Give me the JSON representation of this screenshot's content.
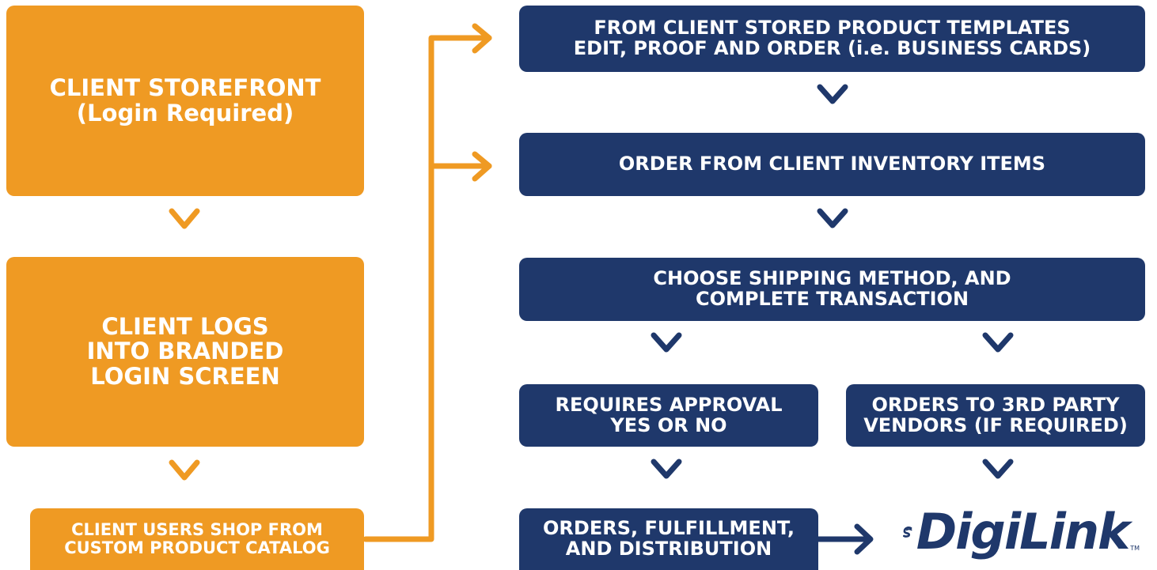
{
  "left_column": {
    "storefront": {
      "line1": "CLIENT STOREFRONT",
      "line2": "(Login Required)"
    },
    "login": {
      "line1": "CLIENT LOGS",
      "line2": "INTO BRANDED",
      "line3": "LOGIN SCREEN"
    },
    "shop": {
      "line1": "CLIENT USERS SHOP FROM",
      "line2": "CUSTOM PRODUCT CATALOG"
    }
  },
  "right_column": {
    "templates": {
      "line1": "FROM CLIENT STORED PRODUCT TEMPLATES",
      "line2": "EDIT, PROOF AND ORDER (i.e. BUSINESS CARDS)"
    },
    "inventory": {
      "line1": "ORDER FROM CLIENT INVENTORY ITEMS"
    },
    "shipping": {
      "line1": "CHOOSE SHIPPING METHOD, AND",
      "line2": "COMPLETE TRANSACTION"
    },
    "approval": {
      "line1": "REQUIRES APPROVAL",
      "line2": "YES OR NO"
    },
    "vendors": {
      "line1": "ORDERS TO 3RD PARTY",
      "line2": "VENDORS (IF REQUIRED)"
    },
    "fulfillment": {
      "line1": "ORDERS, FULFILLMENT,",
      "line2": "AND DISTRIBUTION"
    }
  },
  "logo": {
    "name": "DigiLink",
    "trademark": "TM"
  },
  "colors": {
    "orange": "#ef9a23",
    "navy": "#1f386b"
  }
}
